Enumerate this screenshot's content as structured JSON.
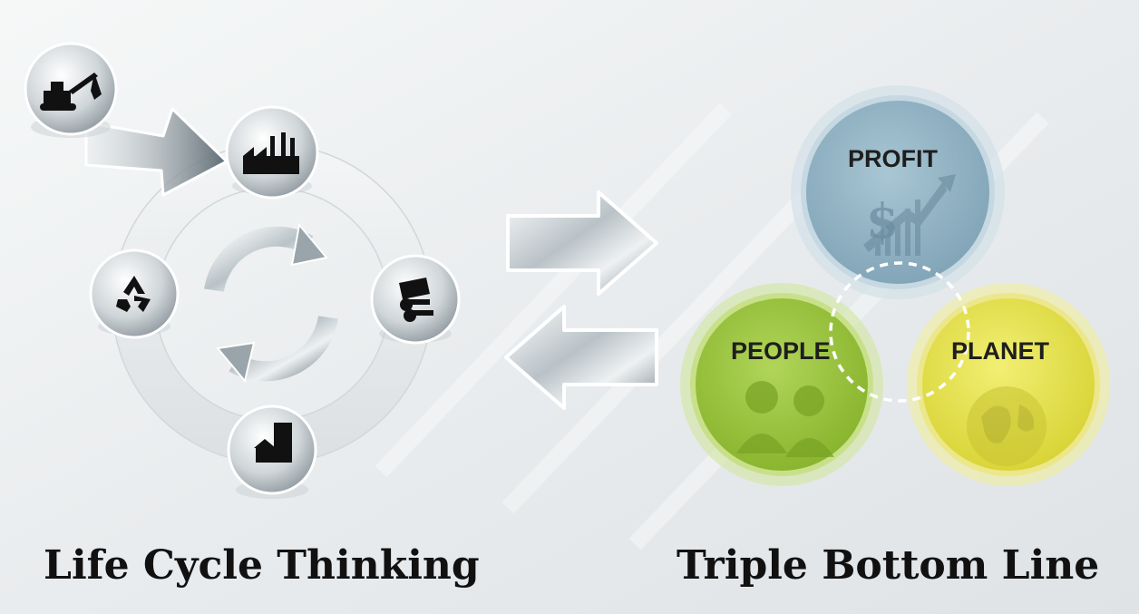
{
  "left": {
    "title": "Life Cycle Thinking",
    "stages": [
      {
        "icon": "excavator-icon",
        "name": "extraction"
      },
      {
        "icon": "factory-icon",
        "name": "manufacturing"
      },
      {
        "icon": "steel-pipes-icon",
        "name": "materials"
      },
      {
        "icon": "building-icon",
        "name": "construction"
      },
      {
        "icon": "recycle-icon",
        "name": "recycling"
      }
    ]
  },
  "right": {
    "title": "Triple Bottom Line",
    "circles": [
      {
        "label": "PROFIT",
        "color": "#8fb2c4",
        "icon": "dollar-growth-icon"
      },
      {
        "label": "PEOPLE",
        "color": "#9bc43c",
        "icon": "people-icon"
      },
      {
        "label": "PLANET",
        "color": "#e7e44c",
        "icon": "globe-icon"
      }
    ]
  },
  "colors": {
    "background": "#eef1f2",
    "metal_light": "#f4f6f7",
    "metal_dark": "#8f9aa1",
    "profit": "#8fb2c4",
    "people": "#9bc43c",
    "planet": "#e7e44c"
  }
}
